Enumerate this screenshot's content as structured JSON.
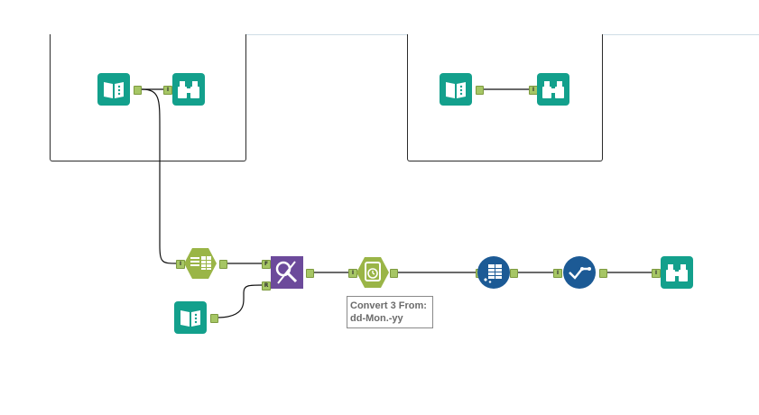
{
  "canvas": {
    "tools": [
      {
        "id": "input-1",
        "type": "input-data",
        "color": "#13a08c"
      },
      {
        "id": "browse-1",
        "type": "browse",
        "color": "#13a08c"
      },
      {
        "id": "input-2",
        "type": "input-data",
        "color": "#13a08c"
      },
      {
        "id": "browse-2",
        "type": "browse",
        "color": "#13a08c"
      },
      {
        "id": "text-to-columns",
        "type": "text-to-columns",
        "color": "#9ab547"
      },
      {
        "id": "find-replace",
        "type": "find-replace",
        "color": "#6c4a9b"
      },
      {
        "id": "input-3",
        "type": "input-data",
        "color": "#13a08c"
      },
      {
        "id": "datetime",
        "type": "datetime",
        "color": "#9ab547"
      },
      {
        "id": "cleanse",
        "type": "data-cleansing",
        "color": "#1c5a95"
      },
      {
        "id": "check",
        "type": "select-records",
        "color": "#1c5a95"
      },
      {
        "id": "browse-3",
        "type": "browse",
        "color": "#13a08c"
      }
    ],
    "anchors": {
      "input": "I",
      "find": "F",
      "replace": "R"
    },
    "annotation": {
      "text": "Convert 3 From:\ndd-Mon.-yy"
    }
  }
}
